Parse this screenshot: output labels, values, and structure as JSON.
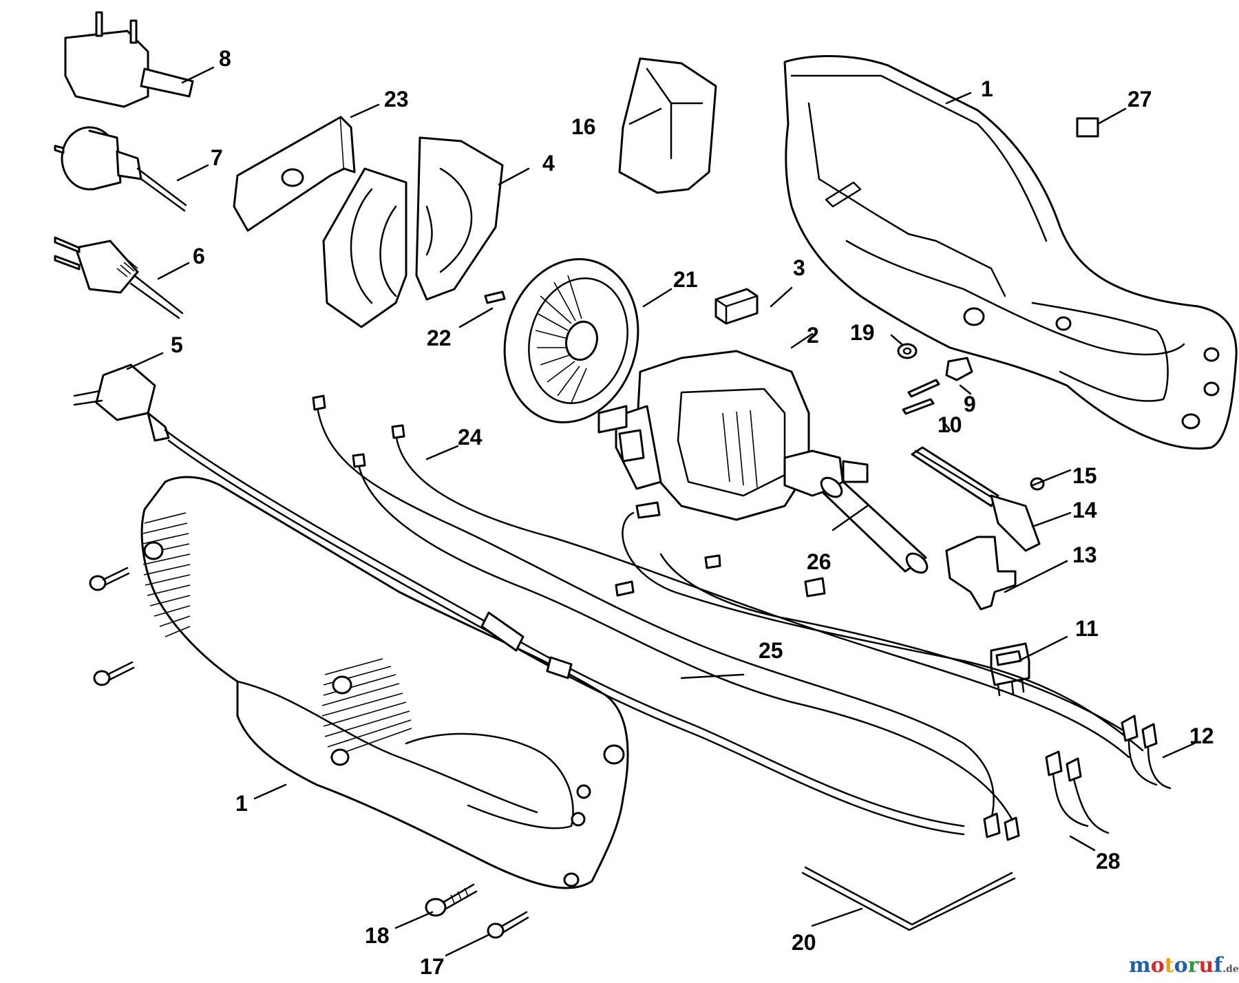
{
  "callouts": [
    {
      "id": "c1a",
      "label": "1"
    },
    {
      "id": "c1b",
      "label": "1"
    },
    {
      "id": "c2",
      "label": "2"
    },
    {
      "id": "c3",
      "label": "3"
    },
    {
      "id": "c4",
      "label": "4"
    },
    {
      "id": "c5",
      "label": "5"
    },
    {
      "id": "c6",
      "label": "6"
    },
    {
      "id": "c7",
      "label": "7"
    },
    {
      "id": "c8",
      "label": "8"
    },
    {
      "id": "c9",
      "label": "9"
    },
    {
      "id": "c10",
      "label": "10"
    },
    {
      "id": "c11",
      "label": "11"
    },
    {
      "id": "c12",
      "label": "12"
    },
    {
      "id": "c13",
      "label": "13"
    },
    {
      "id": "c14",
      "label": "14"
    },
    {
      "id": "c15",
      "label": "15"
    },
    {
      "id": "c16",
      "label": "16"
    },
    {
      "id": "c17",
      "label": "17"
    },
    {
      "id": "c18",
      "label": "18"
    },
    {
      "id": "c19",
      "label": "19"
    },
    {
      "id": "c20",
      "label": "20"
    },
    {
      "id": "c21",
      "label": "21"
    },
    {
      "id": "c22",
      "label": "22"
    },
    {
      "id": "c23",
      "label": "23"
    },
    {
      "id": "c24",
      "label": "24"
    },
    {
      "id": "c25",
      "label": "25"
    },
    {
      "id": "c26",
      "label": "26"
    },
    {
      "id": "c27",
      "label": "27"
    },
    {
      "id": "c28",
      "label": "28"
    }
  ],
  "watermark": {
    "parts": [
      {
        "text": "m",
        "color": "#1f5fa8"
      },
      {
        "text": "o",
        "color": "#d42a2a"
      },
      {
        "text": "t",
        "color": "#e8a317"
      },
      {
        "text": "o",
        "color": "#1f5fa8"
      },
      {
        "text": "r",
        "color": "#2e9a3c"
      },
      {
        "text": "u",
        "color": "#d42a2a"
      },
      {
        "text": "f",
        "color": "#1f5fa8"
      }
    ],
    "suffix": ".de",
    "suffix_color": "#555555"
  }
}
